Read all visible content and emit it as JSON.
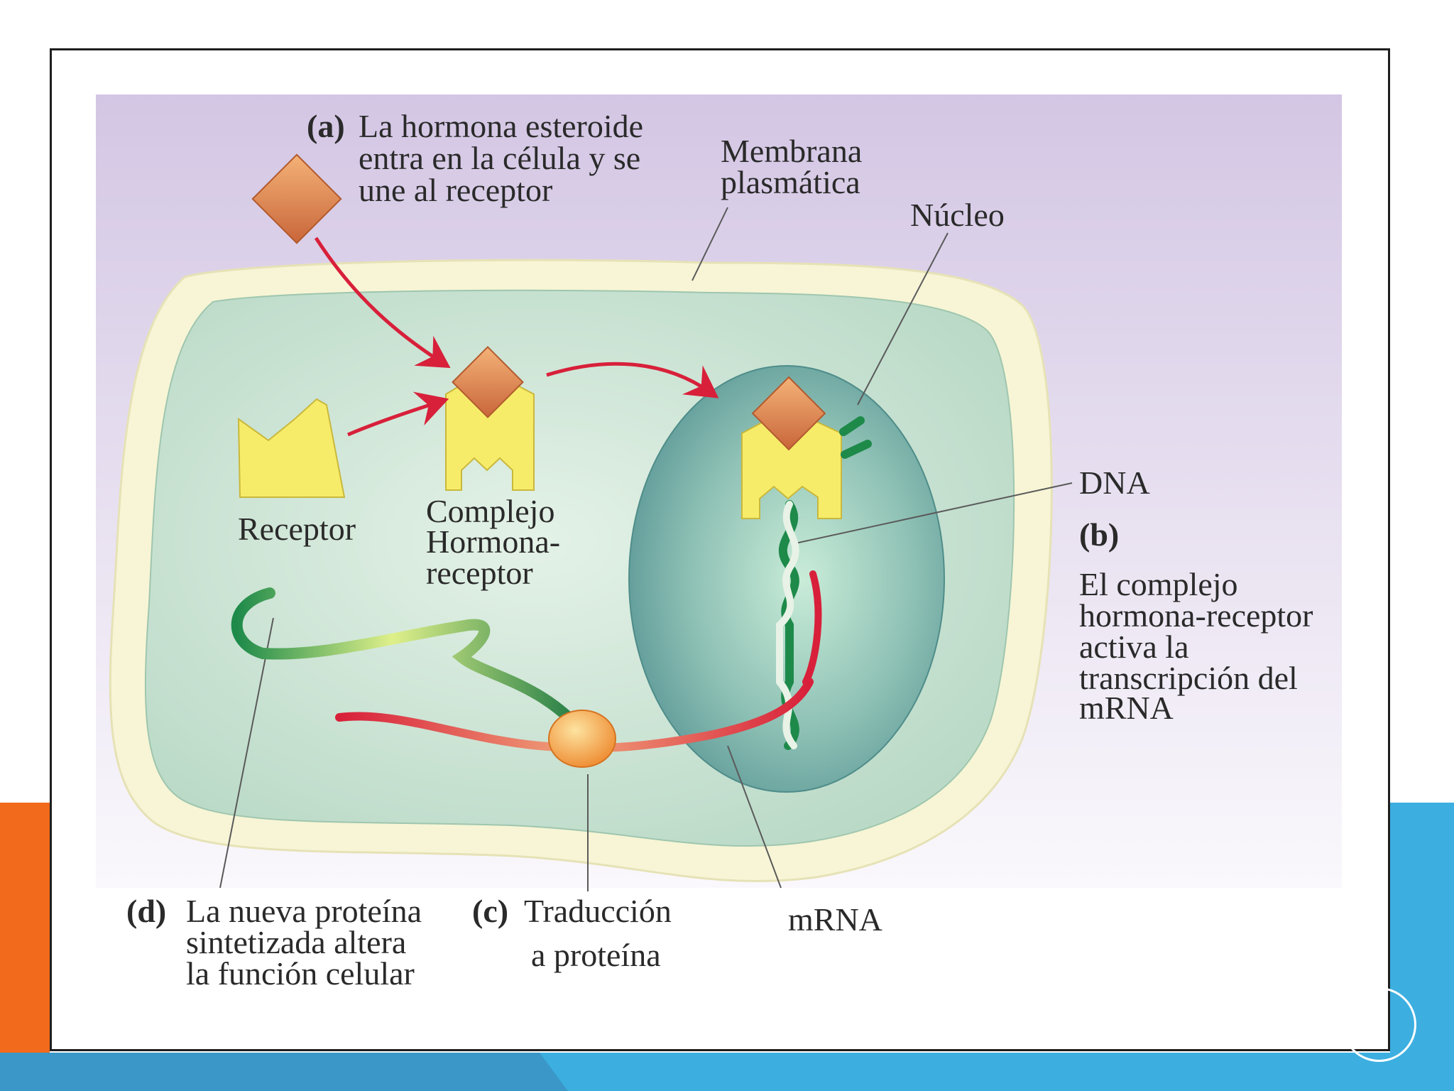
{
  "labels": {
    "a_marker": "(a)",
    "a_line1": "La hormona esteroide",
    "a_line2": "entra en la célula y se",
    "a_line3": "une al receptor",
    "membrana_line1": "Membrana",
    "membrana_line2": "plasmática",
    "nucleo": "Núcleo",
    "receptor": "Receptor",
    "complejo_line1": "Complejo",
    "complejo_line2": "Hormona-",
    "complejo_line3": "receptor",
    "dna": "DNA",
    "b_marker": "(b)",
    "b_line1": "El complejo",
    "b_line2": "hormona-receptor",
    "b_line3": "activa la",
    "b_line4": "transcripción del",
    "b_line5": "mRNA",
    "d_marker": "(d)",
    "d_line1": "La nueva proteína",
    "d_line2": "sintetizada altera",
    "d_line3": "la función celular",
    "c_marker": "(c)",
    "c_line1": "Traducción",
    "c_line2": "a proteína",
    "mrna": "mRNA"
  },
  "colors": {
    "slide_orange": "#f26a1b",
    "slide_blue": "#3cafe0",
    "slide_blue_dark": "#3a97c7",
    "background_lavender": "#d8cce6",
    "membrane": "#f7f5d6",
    "cytoplasm": "#cce4d4",
    "nucleus": "#6fa8a6",
    "receptor_yellow": "#f7ec6a",
    "hormone_orange": "#e08a4a",
    "arrow_red": "#d8203a"
  },
  "icons": {
    "hormone": "orange-diamond",
    "receptor": "yellow-notched-block"
  }
}
